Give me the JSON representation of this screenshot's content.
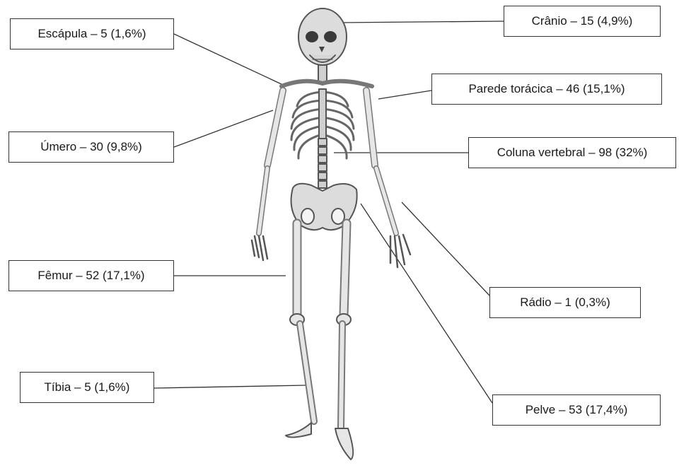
{
  "labels": {
    "cranio": "Crânio – 15 (4,9%)",
    "escapula": "Escápula – 5 (1,6%)",
    "parede_toracica": "Parede torácica – 46 (15,1%)",
    "umero": "Úmero – 30 (9,8%)",
    "coluna_vertebral": "Coluna vertebral – 98 (32%)",
    "femur": "Fêmur – 52 (17,1%)",
    "radio": "Rádio – 1 (0,3%)",
    "tibia": "Tíbia – 5 (1,6%)",
    "pelve": "Pelve – 53 (17,4%)"
  },
  "colors": {
    "bone": "#e6e6e6",
    "bone_outline": "#555555",
    "leader_line": "#333333"
  }
}
